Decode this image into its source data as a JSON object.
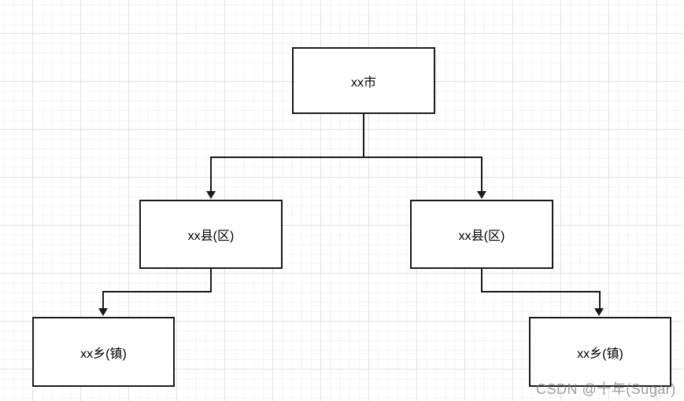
{
  "diagram": {
    "title": "administrative-hierarchy-flowchart",
    "nodes": [
      {
        "id": "city",
        "label": "xx市"
      },
      {
        "id": "county-left",
        "label": "xx县(区)"
      },
      {
        "id": "county-right",
        "label": "xx县(区)"
      },
      {
        "id": "town-left",
        "label": "xx乡(镇)"
      },
      {
        "id": "town-right",
        "label": "xx乡(镇)"
      }
    ],
    "edges": [
      {
        "from": "city",
        "to": "county-left"
      },
      {
        "from": "city",
        "to": "county-right"
      },
      {
        "from": "county-left",
        "to": "town-left"
      },
      {
        "from": "county-right",
        "to": "town-right"
      }
    ]
  },
  "watermark": {
    "text": "CSDN @十年(Sugar)"
  },
  "colors": {
    "background": "#ffffff",
    "grid_minor": "#f4f4f4",
    "grid_major": "#e3e3e3",
    "node_fill": "#ffffff",
    "node_border": "#1a1a1a",
    "connector": "#1a1a1a",
    "watermark": "#7d7878"
  }
}
